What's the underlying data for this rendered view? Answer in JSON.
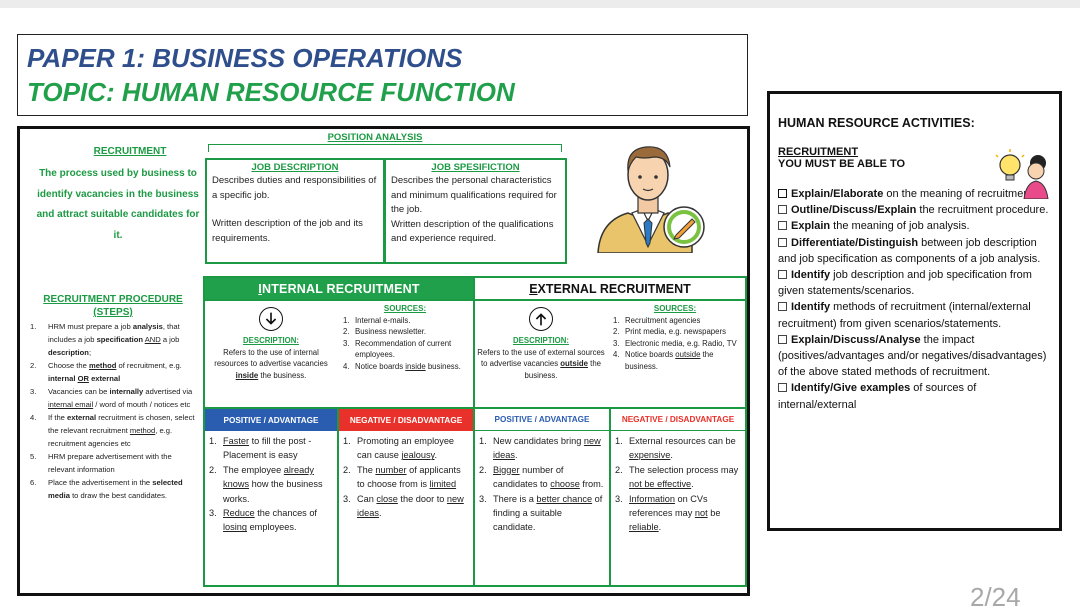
{
  "header": {
    "title": "PAPER 1: BUSINESS OPERATIONS",
    "topic": "TOPIC: HUMAN RESOURCE FUNCTION"
  },
  "recruitment": {
    "title": "RECRUITMENT",
    "definition": "The process used by business to identify vacancies in the business and attract suitable candidates for it."
  },
  "position_analysis": {
    "title": "POSITION ANALYSIS",
    "job_description": {
      "title": "JOB DESCRIPTION",
      "line1": "Describes duties and responsibilities of a specific job.",
      "line2": "Written description of the job and its requirements."
    },
    "job_specification": {
      "title": "JOB SPESIFICTION",
      "line1": "Describes the personal characteristics and minimum qualifications required for the job.",
      "line2": "Written description of the qualifications and experience required."
    }
  },
  "procedure": {
    "title": "RECRUITMENT PROCEDURE (STEPS)",
    "steps": [
      {
        "n": "1.",
        "parts": [
          [
            "HRM must prepare a job ",
            ""
          ],
          [
            "analysis",
            "b"
          ],
          [
            ", that includes a job ",
            ""
          ],
          [
            "specification",
            "b"
          ],
          [
            " ",
            ""
          ],
          [
            "AND",
            "u"
          ],
          [
            " a job ",
            ""
          ],
          [
            "description",
            "b"
          ],
          [
            ";",
            ""
          ]
        ]
      },
      {
        "n": "2.",
        "parts": [
          [
            "Choose the ",
            ""
          ],
          [
            "method",
            "bu"
          ],
          [
            " of recruitment, e.g. ",
            ""
          ],
          [
            "internal",
            "b"
          ],
          [
            " ",
            ""
          ],
          [
            "OR",
            "bu"
          ],
          [
            " ",
            ""
          ],
          [
            "external",
            "b"
          ]
        ]
      },
      {
        "n": "3.",
        "parts": [
          [
            "Vacancies can be ",
            ""
          ],
          [
            "internally",
            "b"
          ],
          [
            " advertised via ",
            ""
          ],
          [
            "internal email",
            "u"
          ],
          [
            " / word of mouth / notices etc",
            ""
          ]
        ]
      },
      {
        "n": "4.",
        "parts": [
          [
            "If the ",
            ""
          ],
          [
            "external",
            "b"
          ],
          [
            " recruitment is chosen, select the relevant recruitment ",
            ""
          ],
          [
            "method",
            "u"
          ],
          [
            ", e.g. recruitment agencies etc",
            ""
          ]
        ]
      },
      {
        "n": "5.",
        "parts": [
          [
            "HRM prepare advertisement with the relevant information",
            ""
          ]
        ]
      },
      {
        "n": "6.",
        "parts": [
          [
            "Place the advertisement in the ",
            ""
          ],
          [
            "selected media",
            "b"
          ],
          [
            " to draw the best candidates.",
            ""
          ]
        ]
      }
    ]
  },
  "internal": {
    "head_first": "I",
    "head_rest": "NTERNAL RECRUITMENT",
    "desc_title": "DESCRIPTION:",
    "desc_parts": [
      [
        "Refers to the use of internal resources to advertise vacancies ",
        ""
      ],
      [
        "inside",
        "bu"
      ],
      [
        " the business.",
        ""
      ]
    ],
    "sources_title": "SOURCES:",
    "sources": [
      {
        "n": "1.",
        "parts": [
          [
            "Internal e-mails.",
            ""
          ]
        ]
      },
      {
        "n": "2.",
        "parts": [
          [
            "Business newsletter.",
            ""
          ]
        ]
      },
      {
        "n": "3.",
        "parts": [
          [
            "Recommendation of current employees.",
            ""
          ]
        ]
      },
      {
        "n": "4.",
        "parts": [
          [
            "Notice boards ",
            ""
          ],
          [
            "inside",
            "u"
          ],
          [
            " business.",
            ""
          ]
        ]
      }
    ]
  },
  "external": {
    "head_first": "E",
    "head_rest": "XTERNAL RECRUITMENT",
    "desc_title": "DESCRIPTION:",
    "desc_parts": [
      [
        "Refers to the use of external sources to advertise vacancies ",
        ""
      ],
      [
        "outside",
        "bu"
      ],
      [
        " the business.",
        ""
      ]
    ],
    "sources_title": "SOURCES:",
    "sources": [
      {
        "n": "1.",
        "parts": [
          [
            "Recruitment agencies",
            ""
          ]
        ]
      },
      {
        "n": "2.",
        "parts": [
          [
            "Print media, e.g. newspapers",
            ""
          ]
        ]
      },
      {
        "n": "3.",
        "parts": [
          [
            "Electronic media, e.g. Radio, TV",
            ""
          ]
        ]
      },
      {
        "n": "4.",
        "parts": [
          [
            "Notice boards ",
            ""
          ],
          [
            "outside",
            "u"
          ],
          [
            " the business.",
            ""
          ]
        ]
      }
    ]
  },
  "pros_cons": [
    {
      "head": "POSITIVE / ADVANTAGE",
      "style": "pos-fill",
      "items": [
        {
          "n": "1.",
          "parts": [
            [
              "Faster",
              "u"
            ],
            [
              " to fill the post - Placement is easy",
              ""
            ]
          ]
        },
        {
          "n": "2.",
          "parts": [
            [
              "The employee ",
              ""
            ],
            [
              "already knows",
              "u"
            ],
            [
              " how the business works.",
              ""
            ]
          ]
        },
        {
          "n": "3.",
          "parts": [
            [
              "Reduce",
              "u"
            ],
            [
              " the chances of ",
              ""
            ],
            [
              "losing",
              "u"
            ],
            [
              " employees.",
              ""
            ]
          ]
        }
      ]
    },
    {
      "head": "NEGATIVE / DISADVANTAGE",
      "style": "neg-fill",
      "items": [
        {
          "n": "1.",
          "parts": [
            [
              "Promoting an employee can cause ",
              ""
            ],
            [
              "jealousy",
              "u"
            ],
            [
              ".",
              ""
            ]
          ]
        },
        {
          "n": "2.",
          "parts": [
            [
              "The ",
              ""
            ],
            [
              "number",
              "u"
            ],
            [
              " of applicants to choose from is ",
              ""
            ],
            [
              "limited",
              "u"
            ]
          ]
        },
        {
          "n": "3.",
          "parts": [
            [
              "Can ",
              ""
            ],
            [
              "close",
              "u"
            ],
            [
              " the door to ",
              ""
            ],
            [
              "new ideas",
              "u"
            ],
            [
              ".",
              ""
            ]
          ]
        }
      ]
    },
    {
      "head": "POSITIVE / ADVANTAGE",
      "style": "pos-plain",
      "items": [
        {
          "n": "1.",
          "parts": [
            [
              "New candidates bring ",
              ""
            ],
            [
              "new ideas",
              "u"
            ],
            [
              ".",
              ""
            ]
          ]
        },
        {
          "n": "2.",
          "parts": [
            [
              "Bigger",
              "u"
            ],
            [
              " number of candidates to ",
              ""
            ],
            [
              "choose",
              "u"
            ],
            [
              " from.",
              ""
            ]
          ]
        },
        {
          "n": "3.",
          "parts": [
            [
              "There is a ",
              ""
            ],
            [
              "better chance",
              "u"
            ],
            [
              " of finding a suitable candidate.",
              ""
            ]
          ]
        }
      ]
    },
    {
      "head": "NEGATIVE / DISADVANTAGE",
      "style": "neg-plain",
      "items": [
        {
          "n": "1.",
          "parts": [
            [
              "External resources can be ",
              ""
            ],
            [
              "expensive",
              "u"
            ],
            [
              ".",
              ""
            ]
          ]
        },
        {
          "n": "2.",
          "parts": [
            [
              "The selection process may ",
              ""
            ],
            [
              "not be effective",
              "u"
            ],
            [
              ".",
              ""
            ]
          ]
        },
        {
          "n": "3.",
          "parts": [
            [
              "Information",
              "u"
            ],
            [
              " on CVs references may ",
              ""
            ],
            [
              "not",
              "u"
            ],
            [
              " be ",
              ""
            ],
            [
              "reliable",
              "u"
            ],
            [
              ".",
              ""
            ]
          ]
        }
      ]
    }
  ],
  "activities": {
    "title": "HUMAN RESOURCE ACTIVITIES:",
    "recruitment": "RECRUITMENT",
    "subtitle": "YOU MUST BE ABLE TO",
    "items": [
      {
        "bold": "Explain/Elaborate",
        "rest": " on the meaning of recruitment."
      },
      {
        "bold": "Outline/Discuss/Explain",
        "rest": " the recruitment procedure."
      },
      {
        "bold": "Explain",
        "rest": " the meaning of job analysis."
      },
      {
        "bold": "Differentiate/Distinguish",
        "rest": " between job description and job specification as components of a job analysis."
      },
      {
        "bold": "Identify",
        "rest": " job description and job specification from given statements/scenarios."
      },
      {
        "bold": "Identify",
        "rest": " methods of recruitment (internal/external recruitment) from given scenarios/statements."
      },
      {
        "bold": "Explain/Discuss/Analyse",
        "rest": " the impact (positives/advantages and/or negatives/disadvantages) of the above stated methods of recruitment."
      },
      {
        "bold": "Identify/Give examples",
        "rest": " of sources of internal/external"
      }
    ]
  },
  "page_number": "2/24",
  "icons": {
    "internal_arrow": "arrow-down-circle-icon",
    "external_arrow": "arrow-up-circle-icon",
    "person": "businessman-icon",
    "idea": "lightbulb-icon"
  }
}
